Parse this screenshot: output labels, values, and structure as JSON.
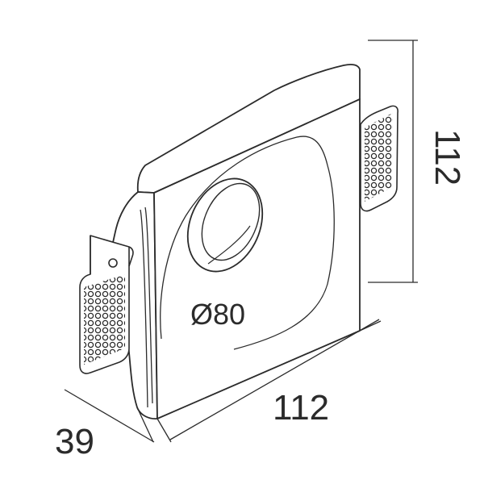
{
  "labels": {
    "diameter": "Ø80",
    "width": "112",
    "height": "112",
    "depth": "39"
  },
  "colors": {
    "line": "#2b2b2b",
    "face": "#ffffff",
    "hole_dots": "#2b2b2b"
  }
}
